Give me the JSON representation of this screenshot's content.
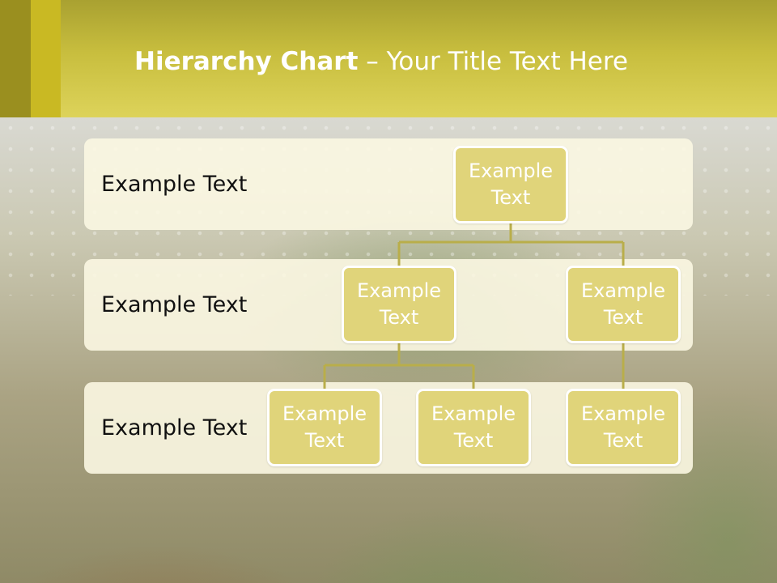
{
  "header": {
    "title_bold": "Hierarchy Chart",
    "title_sep": " – ",
    "title_rest": "Your Title Text Here"
  },
  "levels": [
    {
      "label": "Example Text"
    },
    {
      "label": "Example Text"
    },
    {
      "label": "Example Text"
    }
  ],
  "nodes": {
    "root": "Example Text",
    "level2_left": "Example Text",
    "level2_right": "Example Text",
    "level3_left": "Example Text",
    "level3_middle": "Example Text",
    "level3_right": "Example Text"
  },
  "colors": {
    "header_gold": "#c8be3e",
    "row_fill": "#fbf7e2",
    "node_fill": "#e0d47a",
    "connector": "#b9ae4a"
  }
}
